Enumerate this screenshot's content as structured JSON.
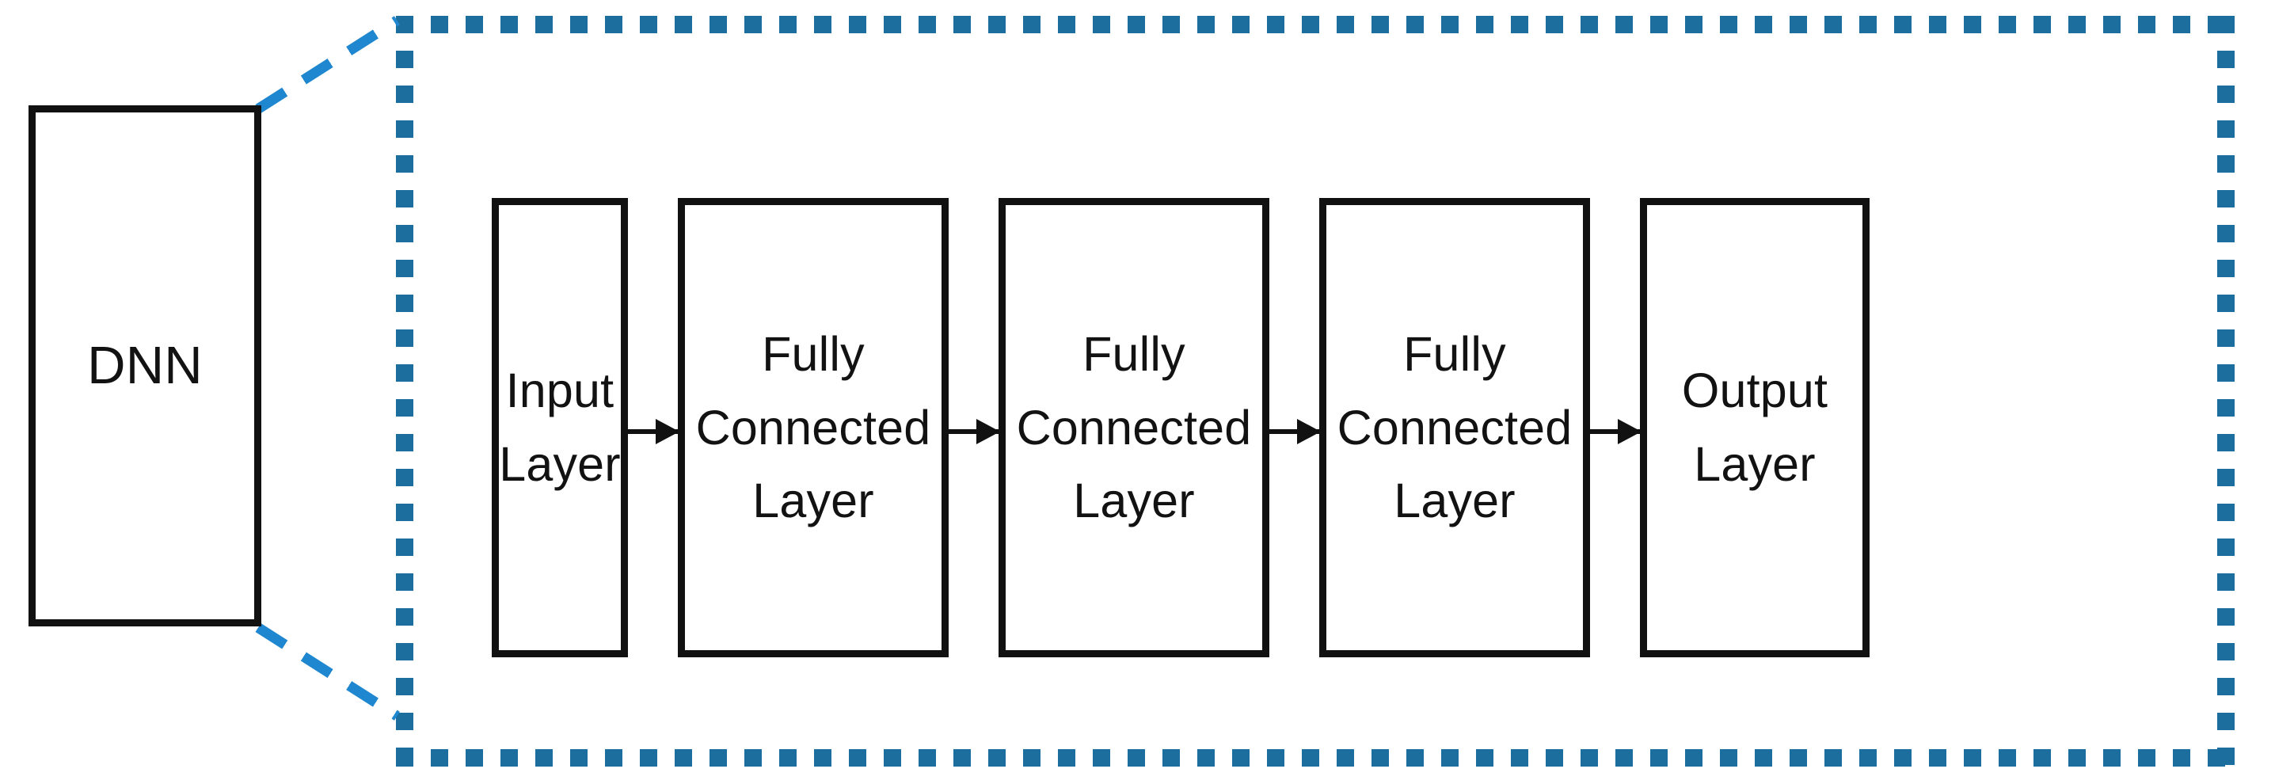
{
  "diagram": {
    "title": "DNN architecture expansion diagram",
    "source_block": {
      "label": "DNN",
      "name": "dnn-box"
    },
    "callout": {
      "style": "dotted-rectangle",
      "color": "#1c6e9e",
      "leader_color": "#1f87d0",
      "leader_style": "dashed"
    },
    "layers": [
      {
        "label": "Input\nLayer",
        "name": "input-layer"
      },
      {
        "label": "Fully\nConnected\nLayer",
        "name": "fully-connected-layer-1"
      },
      {
        "label": "Fully\nConnected\nLayer",
        "name": "fully-connected-layer-2"
      },
      {
        "label": "Fully\nConnected\nLayer",
        "name": "fully-connected-layer-3"
      },
      {
        "label": "Output\nLayer",
        "name": "output-layer"
      }
    ],
    "connections": [
      {
        "from": "input-layer",
        "to": "fully-connected-layer-1",
        "type": "arrow"
      },
      {
        "from": "fully-connected-layer-1",
        "to": "fully-connected-layer-2",
        "type": "arrow"
      },
      {
        "from": "fully-connected-layer-2",
        "to": "fully-connected-layer-3",
        "type": "arrow"
      },
      {
        "from": "fully-connected-layer-3",
        "to": "output-layer",
        "type": "arrow"
      }
    ],
    "colors": {
      "stroke": "#111111",
      "fill": "#ffffff",
      "callout_border": "#1c6e9e",
      "leader_line": "#1f87d0"
    }
  }
}
